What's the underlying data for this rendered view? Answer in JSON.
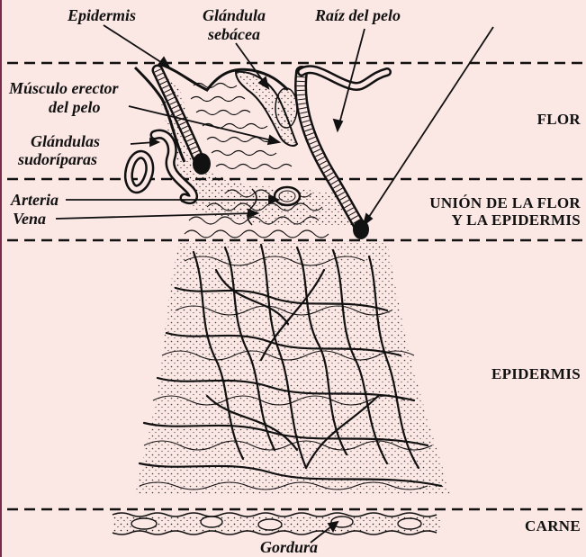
{
  "diagram": {
    "labels": {
      "epidermis_top": "Epidermis",
      "glandula_1": "Glándula",
      "glandula_2": "sebácea",
      "raiz": "Raíz del pelo",
      "musculo_1": "Músculo erector",
      "musculo_2": "del pelo",
      "sudor_1": "Glándulas",
      "sudor_2": "sudoríparas",
      "arteria": "Arteria",
      "vena": "Vena",
      "gordura": "Gordura"
    },
    "layers": {
      "flor": "FLOR",
      "union_1": "UNIÓN DE LA FLOR",
      "union_2": "Y LA EPIDERMIS",
      "epidermis": "EPIDERMIS",
      "carne": "CARNE"
    },
    "colors": {
      "background": "#fbe7e4",
      "ink": "#111111",
      "frame": "#7a2a4a"
    }
  }
}
